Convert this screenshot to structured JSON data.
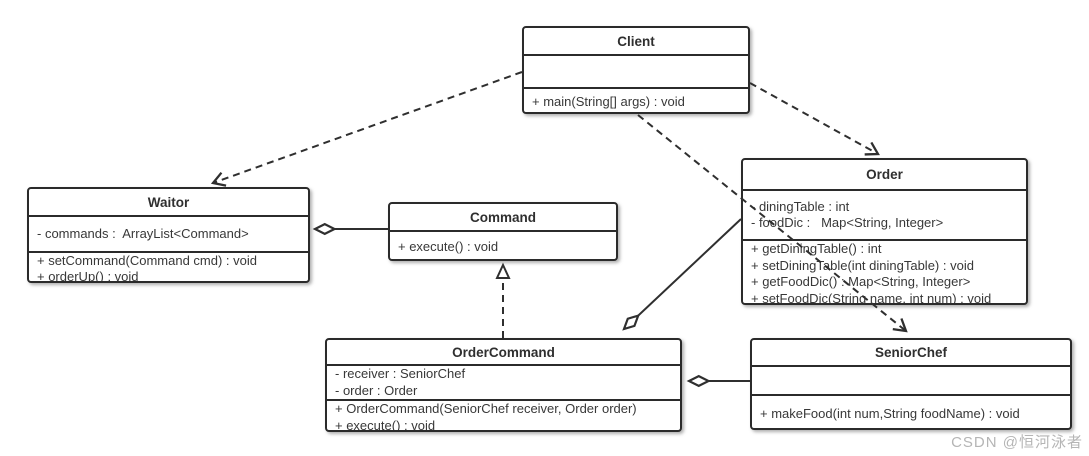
{
  "diagram": {
    "kind": "uml-class-diagram",
    "pattern": "Command pattern example",
    "watermark": "CSDN @恒河泳者",
    "colors": {
      "background": "#ffffff",
      "box_fill": "#ffffff",
      "line": "#2f2f2f",
      "border": "#2b2b2b",
      "text": "#383838",
      "watermark": "#b5b5b5"
    }
  },
  "classes": {
    "client": {
      "name": "Client",
      "attributes": [],
      "methods": [
        "+ main(String[] args) : void"
      ]
    },
    "waitor": {
      "name": "Waitor",
      "attributes": [
        "- commands :  ArrayList<Command>"
      ],
      "methods": [
        "+ setCommand(Command cmd) : void",
        "+ orderUp() : void"
      ]
    },
    "command": {
      "name": "Command",
      "attributes": [],
      "methods": [
        "+ execute() : void"
      ]
    },
    "order": {
      "name": "Order",
      "attributes": [
        "- diningTable : int",
        "- foodDic :   Map<String, Integer>"
      ],
      "methods": [
        "+ getDiningTable() : int",
        "+ setDiningTable(int diningTable) : void",
        "+ getFoodDic() : Map<String, Integer>",
        "+ setFoodDic(String name, int num) : void"
      ]
    },
    "ordercommand": {
      "name": "OrderCommand",
      "attributes": [
        "- receiver : SeniorChef",
        "- order : Order"
      ],
      "methods": [
        "+ OrderCommand(SeniorChef receiver, Order order)",
        "+ execute() : void"
      ]
    },
    "seniorchef": {
      "name": "SeniorChef",
      "attributes": [],
      "methods": [
        "+ makeFood(int num,String foodName) : void"
      ]
    }
  },
  "relationships": [
    {
      "from": "Client",
      "to": "Waitor",
      "type": "dependency",
      "line": "dashed",
      "head": "open-arrow"
    },
    {
      "from": "Client",
      "to": "Order",
      "type": "dependency",
      "line": "dashed",
      "head": "open-arrow"
    },
    {
      "from": "Client",
      "to": "SeniorChef",
      "type": "dependency",
      "line": "dashed",
      "head": "open-arrow"
    },
    {
      "from": "Waitor",
      "to": "Command",
      "type": "aggregation",
      "line": "solid",
      "head": "hollow-diamond"
    },
    {
      "from": "OrderCommand",
      "to": "Command",
      "type": "realization",
      "line": "dashed",
      "head": "hollow-triangle"
    },
    {
      "from": "OrderCommand",
      "to": "Order",
      "type": "aggregation",
      "line": "solid",
      "head": "hollow-diamond"
    },
    {
      "from": "OrderCommand",
      "to": "SeniorChef",
      "type": "aggregation",
      "line": "solid",
      "head": "hollow-diamond"
    }
  ]
}
